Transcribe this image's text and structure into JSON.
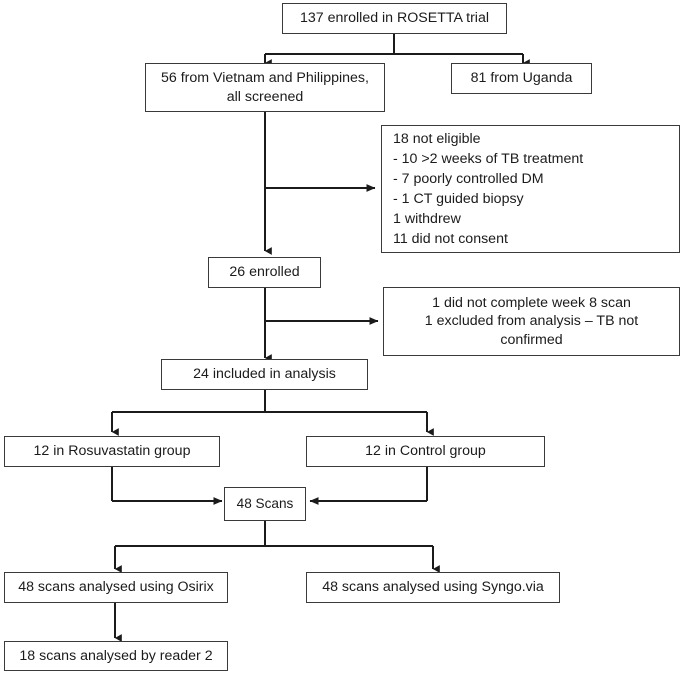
{
  "diagram": {
    "title": "ROSETTA trial CONSORT-style participant flow diagram",
    "type": "flowchart",
    "line_color": "#3a3a3a",
    "box_fill": "#ffffff",
    "text_color": "#1b1b1b"
  },
  "nodes": {
    "enrolled_total": {
      "label": "137 enrolled in ROSETTA trial",
      "count": 137
    },
    "vietnam_philippines": {
      "label": "56 from Vietnam and Philippines,\nall screened",
      "count": 56
    },
    "uganda": {
      "label": "81 from Uganda",
      "count": 81
    },
    "not_eligible": {
      "label": "18 not eligible\n          - 10 >2 weeks of TB treatment\n          - 7 poorly controlled DM\n          - 1 CT guided biopsy\n1 withdrew\n11 did not consent",
      "heading": "18 not eligible",
      "reasons": [
        "- 10 >2 weeks of TB treatment",
        "- 7 poorly controlled DM",
        "- 1 CT guided biopsy"
      ],
      "extra": [
        "1 withdrew",
        "11 did not consent"
      ]
    },
    "enrolled_26": {
      "label": "26 enrolled",
      "count": 26
    },
    "excluded_post_enrolment": {
      "label": "1 did not complete week 8 scan\n1 excluded from analysis – TB not\nconfirmed",
      "lines": [
        "1 did not complete week 8 scan",
        "1 excluded from analysis – TB not confirmed"
      ]
    },
    "included_analysis": {
      "label": "24 included in analysis",
      "count": 24
    },
    "rosuvastatin_group": {
      "label": "12 in Rosuvastatin group",
      "count": 12
    },
    "control_group": {
      "label": "12 in Control group",
      "count": 12
    },
    "scans_total": {
      "label": "48 Scans",
      "count": 48
    },
    "osirix": {
      "label": "48 scans analysed using Osirix",
      "count": 48
    },
    "syngo": {
      "label": "48 scans analysed using Syngo.via",
      "count": 48
    },
    "reader2": {
      "label": "18 scans analysed by reader 2",
      "count": 18
    }
  }
}
